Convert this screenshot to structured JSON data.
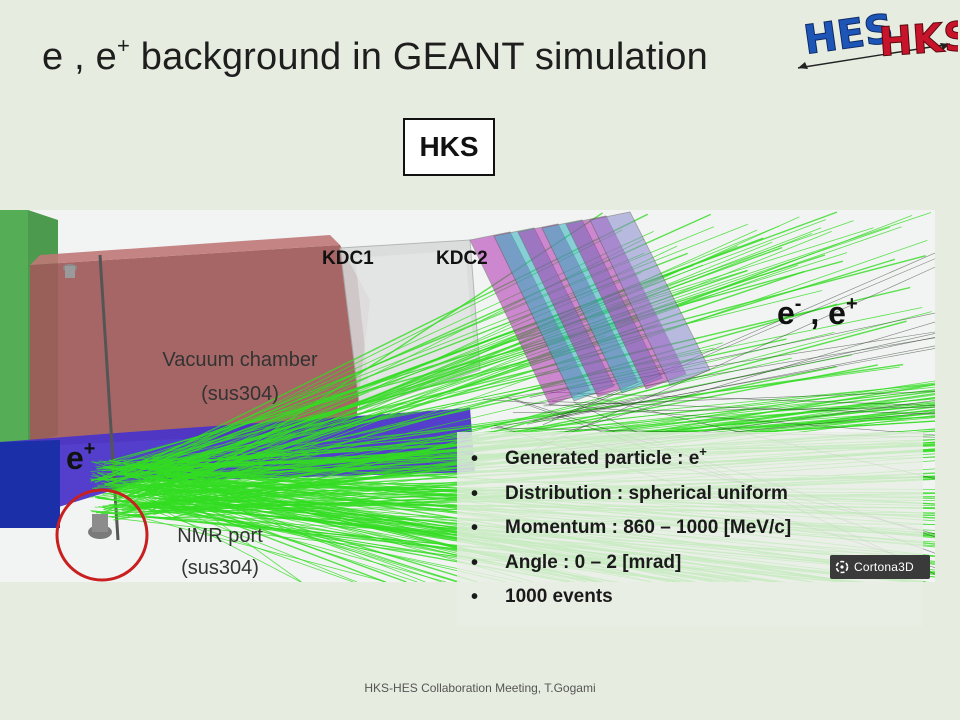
{
  "slide": {
    "title_prefix": "e , e",
    "title_sup": "+",
    "title_suffix": " background in GEANT simulation",
    "hks_box_label": "HKS",
    "logo": {
      "part1": "HES",
      "part2": "HKS",
      "color_blue": "#1e56b8",
      "color_red": "#c8142a"
    },
    "labels": {
      "kdc1": "KDC1",
      "kdc2": "KDC2",
      "vacuum_line1": "Vacuum chamber",
      "vacuum_line2": "(sus304)",
      "nmr_line1": "NMR port",
      "nmr_line2": "(sus304)",
      "ee_main": "e",
      "ee_sup1": "-",
      "ee_mid": " , e",
      "ee_sup2": "+",
      "ep_main": "e",
      "ep_sup": "+"
    },
    "info": {
      "item1_text": "Generated particle : e",
      "item1_sup": "+",
      "item2": "Distribution : spherical uniform",
      "item3": "Momentum : 860 – 1000 [MeV/c]",
      "item4": "Angle : 0 – 2 [mrad]",
      "item5": "1000 events"
    },
    "viewer_badge": "Cortona3D",
    "footer": "HKS-HES Collaboration Meeting, T.Gogami",
    "colors": {
      "background": "#e6ecdf",
      "track_green": "#33dd22",
      "vacuum_chamber": "#a05a5a",
      "beam_pipe": "#4a35c8",
      "kdc": "#d8dada",
      "detector_magenta": "#b030b0",
      "detector_cyan": "#30b0c0",
      "nmr_circle": "#c82020"
    }
  }
}
